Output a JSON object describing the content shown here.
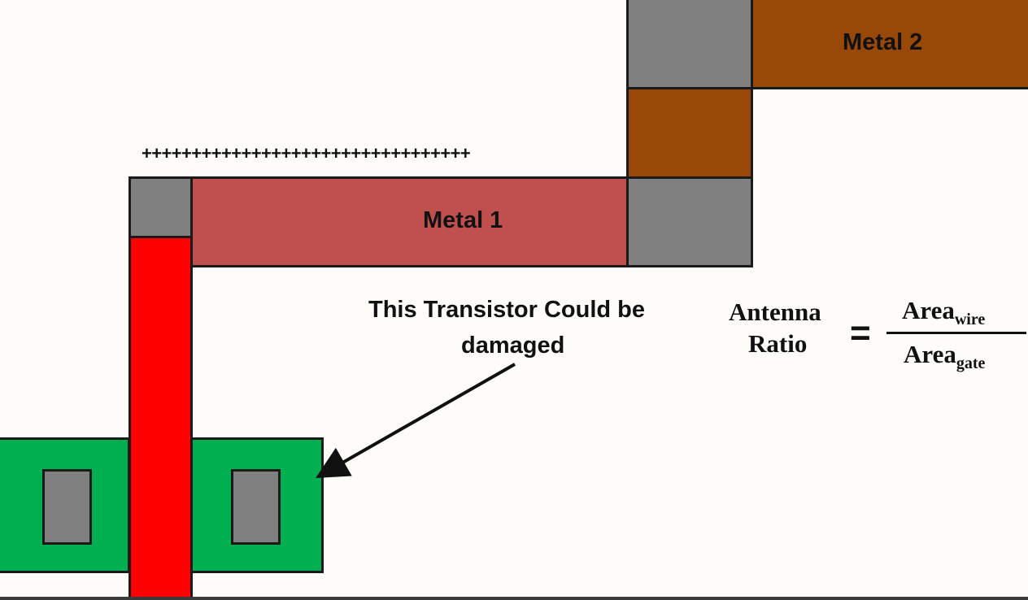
{
  "labels": {
    "metal1": "Metal 1",
    "metal2": "Metal 2",
    "charges": "+++++++++++++++++++++++++++++++++",
    "warning_line1": "This Transistor Could be",
    "warning_line2": "damaged"
  },
  "formula": {
    "lhs_line1": "Antenna",
    "lhs_line2": "Ratio",
    "equals": "=",
    "numerator": "Area",
    "numerator_sub": "wire",
    "denominator": "Area",
    "denominator_sub": "gate"
  },
  "colors": {
    "background": "#fdfcf9",
    "metal1": "#c0504d",
    "metal2": "#984807",
    "via": "#808080",
    "poly_gate": "#ff0000",
    "diffusion": "#00b050",
    "outline": "#1a1a1a"
  }
}
